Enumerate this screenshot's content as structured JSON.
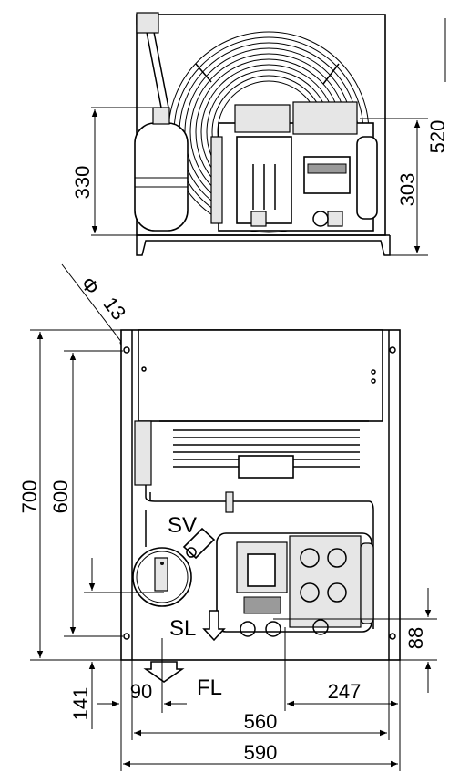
{
  "dimensions": {
    "top_height_330": "330",
    "top_height_303": "303",
    "top_height_520": "520",
    "hole_symbol": "Φ",
    "hole_diameter": "13",
    "front_height_700": "700",
    "front_height_600": "600",
    "bottom_88": "88",
    "bottom_141": "141",
    "offset_90": "90",
    "offset_247": "247",
    "width_560": "560",
    "width_590": "590"
  },
  "labels": {
    "suction_valve": "SV",
    "suction_line": "SL",
    "flow": "FL"
  }
}
